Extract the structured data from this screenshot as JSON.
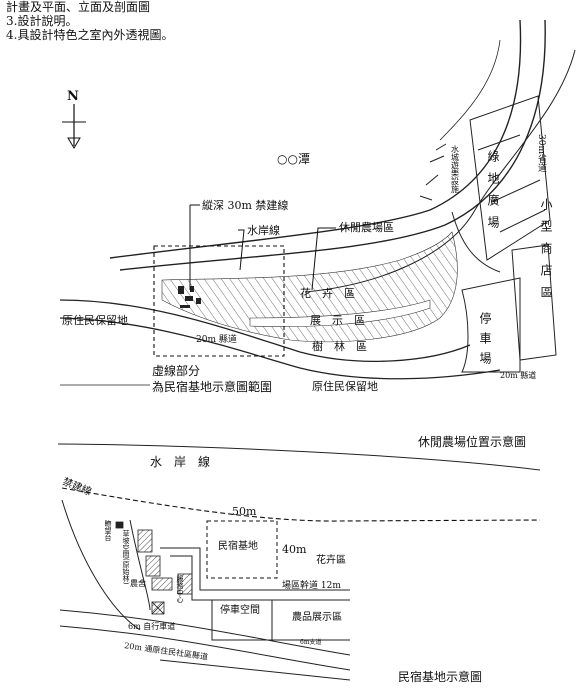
{
  "header": {
    "lines": [
      "計畫及平面、立面及剖面圖",
      "3.設計說明。",
      "4.具設計特色之室內外透視圖。"
    ]
  },
  "map1": {
    "north": "N",
    "pond": "○○潭",
    "setback_line": "縱深 30m 禁建線",
    "waterline": "水岸線",
    "leisure_farm_area": "休閒農場區",
    "flower_area": "花　卉　區",
    "exhibit_area": "展　示　區",
    "forest_area": "樹　林　區",
    "road_20m": "20m 縣道",
    "road_20m_right": "20m 縣道",
    "indigenous_left": "原住民保留地",
    "indigenous_bottom": "原住民保留地",
    "dashed_note_1": "虛線部分",
    "dashed_note_2": "為民宿基地示意圖範圍",
    "road_30m_v": "30m省道",
    "water_park_v": "水城遊樂設施",
    "green_plaza_v": "綠地廣場",
    "small_mall_v": "小型商店區",
    "parking_v": "停車場",
    "caption": "休閒農場位置示意圖"
  },
  "map2": {
    "waterline": "水　岸　線",
    "setback": "禁建線",
    "dim_50m": "50m",
    "dim_40m": "40m",
    "bnb_base": "民宿基地",
    "flower_area": "花卉區",
    "main_road": "場區幹道 12m",
    "parking_space": "停車空間",
    "farm_exhibit": "農品展示區",
    "road_6m": "6m 自行車道",
    "road_6m_small": "6m支道",
    "road_20m": "20m 通原住民社區縣道",
    "watch_tower_v": "瞭望台",
    "grass_space_v": "草坡空間(原始林)",
    "farm_shed": "農舍",
    "service_center_v": "服務中心",
    "caption": "民宿基地示意圖"
  }
}
